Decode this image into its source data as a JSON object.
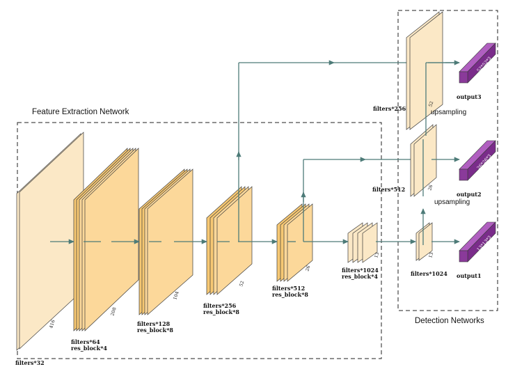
{
  "sections": {
    "feature_title": "Feature Extraction Network",
    "detection_title": "Detection Networks"
  },
  "backbone": {
    "input": {
      "filters": "filters*32",
      "dim": "416"
    },
    "stage1": {
      "filters": "filters*64",
      "res": "res_block*4",
      "dim": "208"
    },
    "stage2": {
      "filters": "filters*128",
      "res": "res_block*8",
      "dim": "104"
    },
    "stage3": {
      "filters": "filters*256",
      "res": "res_block*8",
      "dim": "52"
    },
    "stage4": {
      "filters": "filters*512",
      "res": "res_block*8",
      "dim": "26"
    },
    "stage5": {
      "filters": "filters*1024",
      "res": "res_block*4",
      "dim": "13"
    }
  },
  "detection": {
    "head3": {
      "filters": "filters*256",
      "dim": "52",
      "output": "output3",
      "out_dim": "52*52*3"
    },
    "head2": {
      "filters": "filters*512",
      "dim": "26",
      "output": "output2",
      "out_dim": "26*26*3"
    },
    "head1": {
      "filters": "filters*1024",
      "dim": "13",
      "output": "output1",
      "out_dim": "13*13*3"
    },
    "upsampling_top": "upsampling",
    "upsampling_mid": "upsampling"
  },
  "colors": {
    "light_block": "#fbe8c6",
    "mid_block": "#fcd89a",
    "dark_block": "#f7c873",
    "output_purple": "#8a3a9a",
    "output_purple_top": "#b05fc0",
    "arrow": "#4d7b78",
    "block_stroke": "#3a3a3a"
  }
}
